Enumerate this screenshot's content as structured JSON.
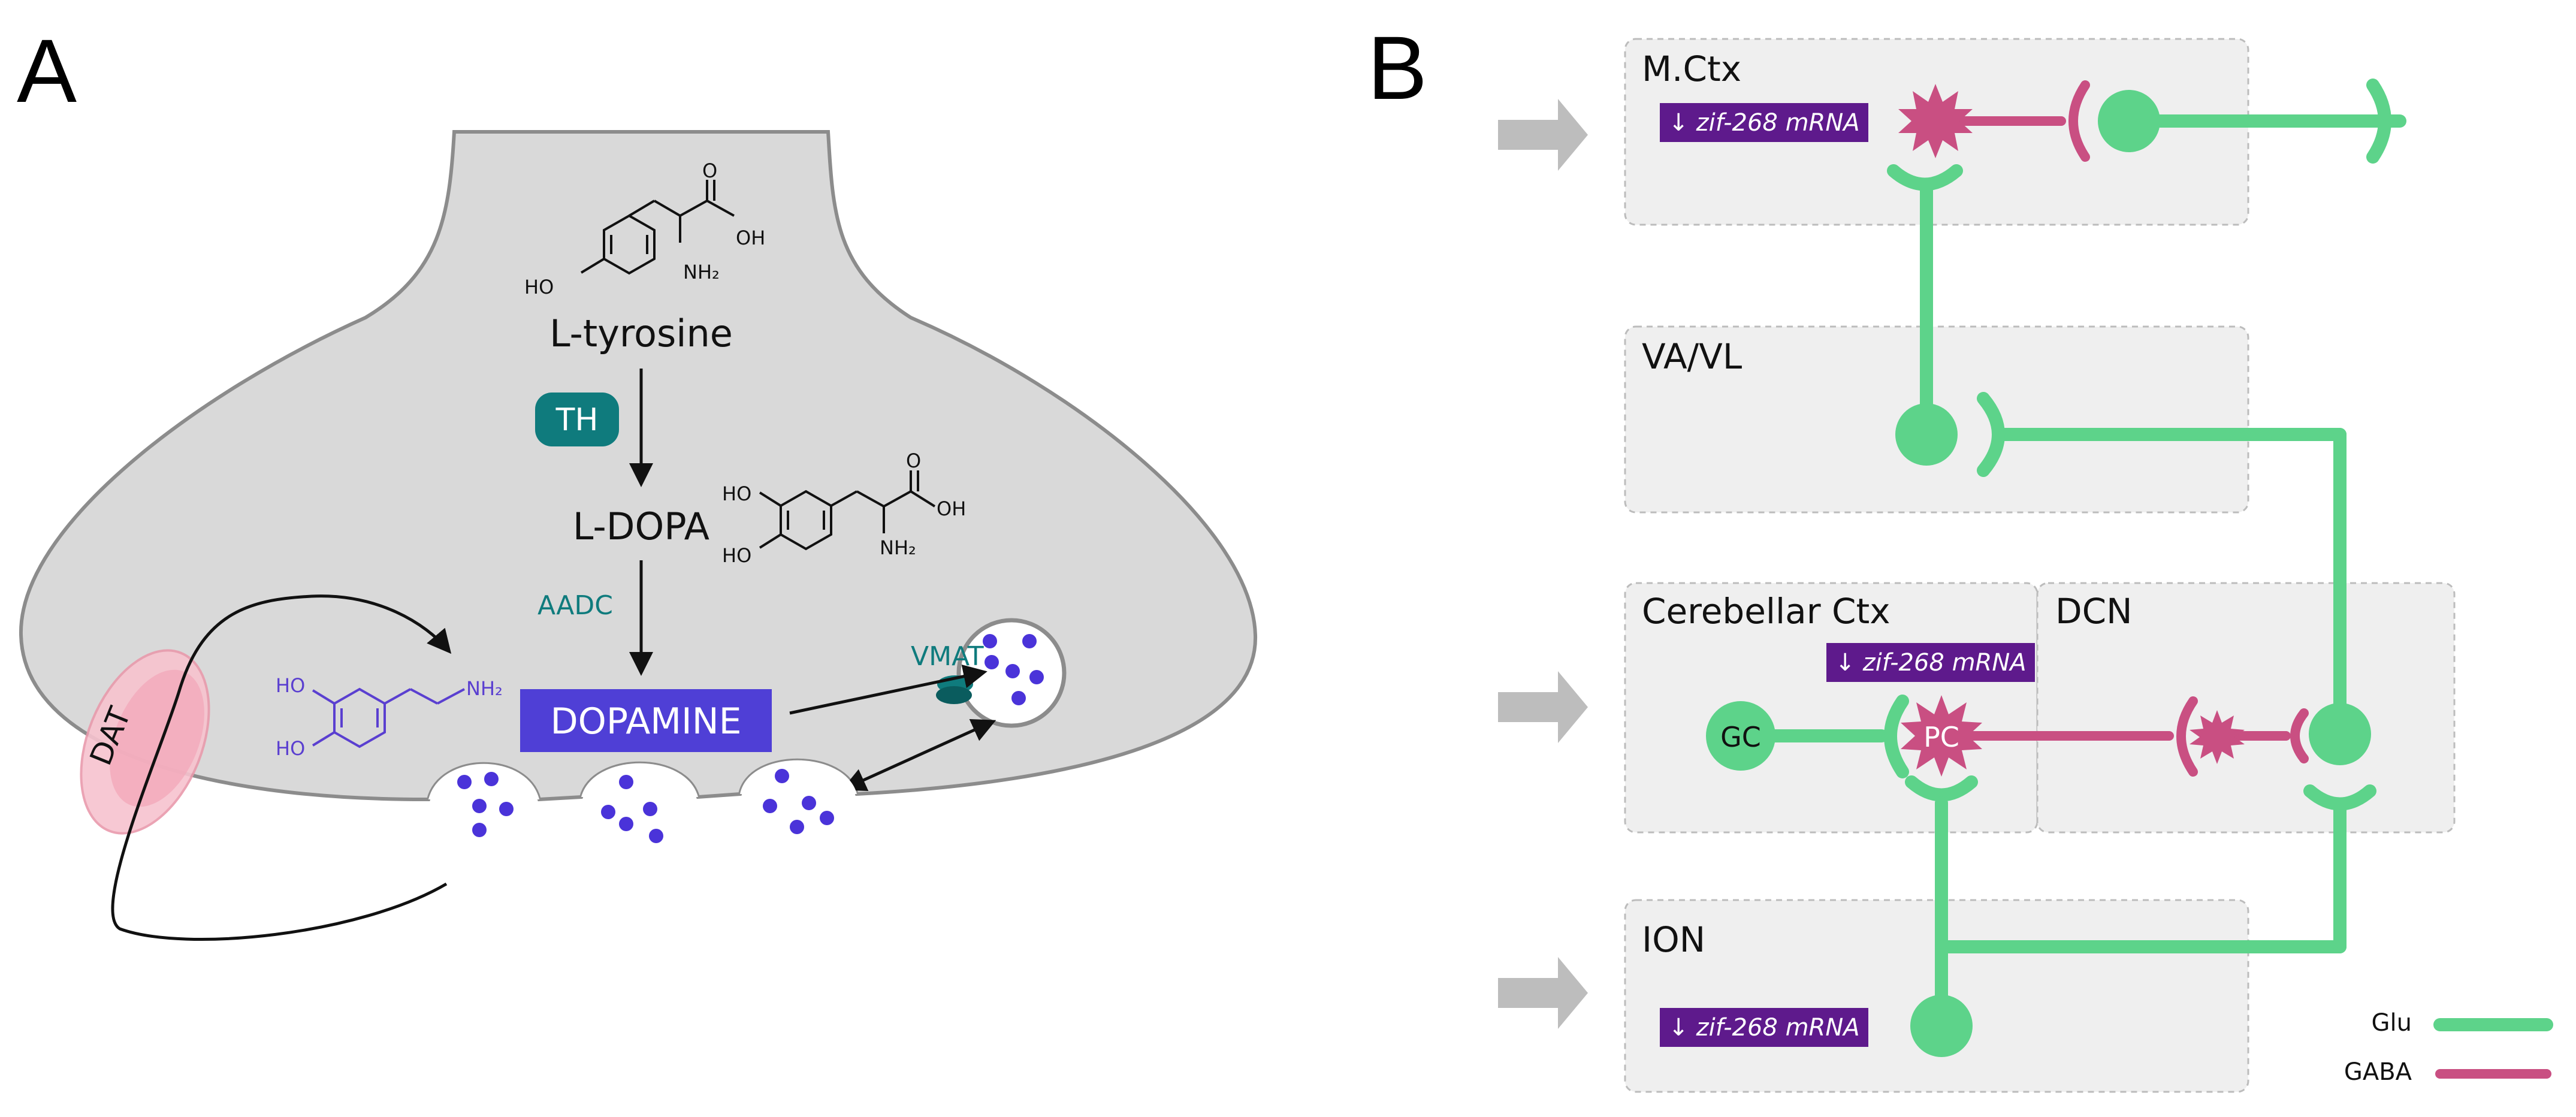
{
  "panel_a": {
    "letter": "A",
    "molecules": {
      "tyrosine": {
        "label": "L-tyrosine",
        "ho": "HO",
        "nh2": "NH₂",
        "oh": "OH",
        "o": "O"
      },
      "ldopa": {
        "label": "L-DOPA",
        "ho_top": "HO",
        "ho_bottom": "HO",
        "nh2": "NH₂",
        "oh": "OH",
        "o": "O"
      },
      "dopamine_structure": {
        "ho_top": "HO",
        "ho_bottom": "HO",
        "nh2": "NH₂"
      }
    },
    "enzymes": {
      "th": "TH",
      "aadc": "AADC",
      "vmat": "VMAT"
    },
    "dopamine_box": "DOPAMINE",
    "transporter": "DAT"
  },
  "panel_b": {
    "letter": "B",
    "regions": {
      "mctx": "M.Ctx",
      "vavl": "VA/VL",
      "cerebellar": "Cerebellar Ctx",
      "dcn": "DCN",
      "ion": "ION"
    },
    "mrna_label": "↓ zif-268 mRNA",
    "cells": {
      "gc": "GC",
      "pc": "PC"
    },
    "legend": {
      "glu": "Glu",
      "gaba": "GABA"
    }
  },
  "colors": {
    "glu": "#5dd38a",
    "gaba": "#c94f82",
    "mrna_box": "#5e1a8c",
    "dopamine_box": "#4f3fd6",
    "teal": "#0f7b7d",
    "vesicle_dot": "#4a33d9",
    "dat": "#f5b6c4",
    "neuron_fill": "#d9d9d9",
    "region_fill": "#efefef"
  }
}
